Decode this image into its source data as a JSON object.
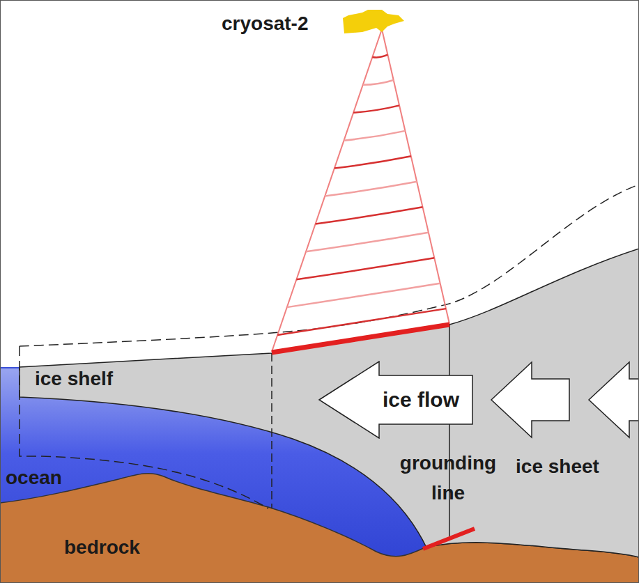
{
  "diagram": {
    "nodes": [
      {
        "text": [
          "ice flow"
        ]
      }
    ],
    "labels": [
      "cryosat-2",
      "ice shelf",
      "ocean",
      "bedrock",
      "grounding line",
      "ice sheet"
    ]
  }
}
